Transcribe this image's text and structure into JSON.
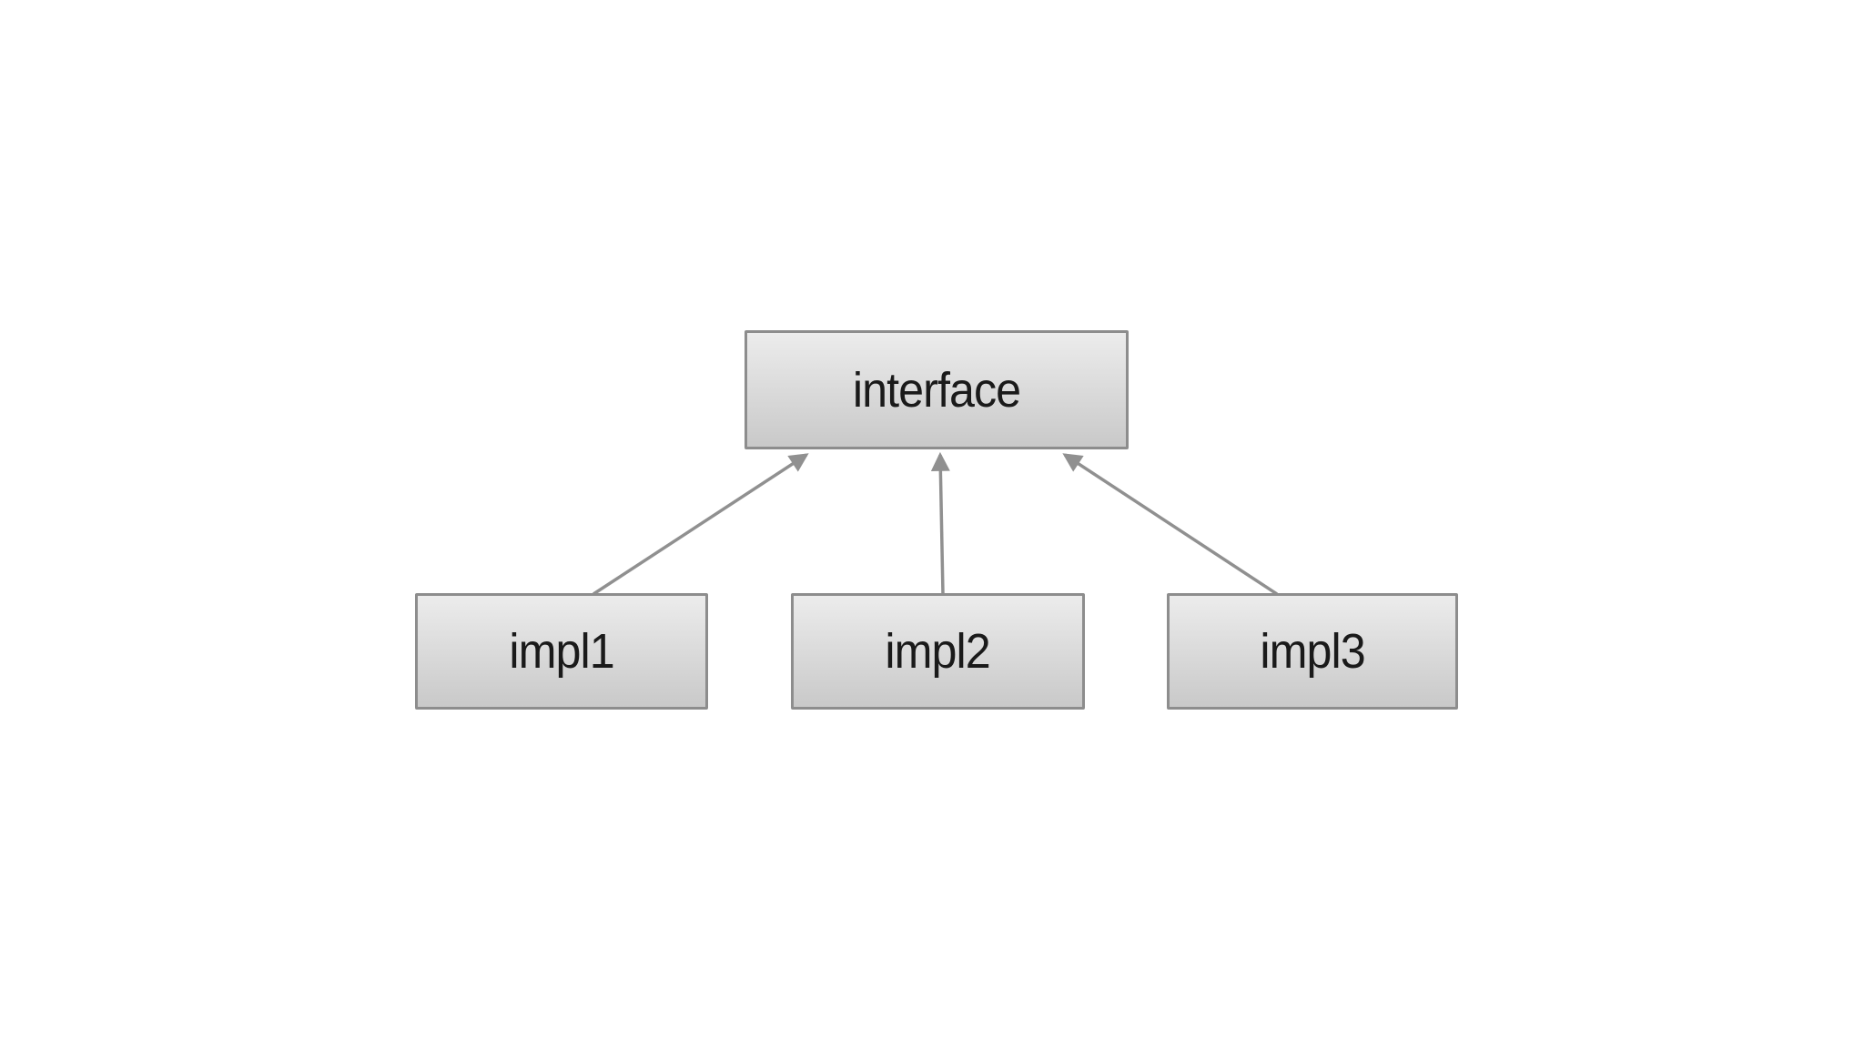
{
  "diagram": {
    "type": "inheritance-diagram",
    "colors": {
      "background": "#ffffff",
      "box_border": "#8d8d8d",
      "box_fill_top": "#ececec",
      "box_fill_bottom": "#c9c9c9",
      "arrow": "#909090",
      "text": "#1a1a1a"
    },
    "nodes": [
      {
        "id": "interface",
        "label": "interface"
      },
      {
        "id": "impl1",
        "label": "impl1"
      },
      {
        "id": "impl2",
        "label": "impl2"
      },
      {
        "id": "impl3",
        "label": "impl3"
      }
    ],
    "edges": [
      {
        "from": "impl1",
        "to": "interface",
        "style": "solid-arrow"
      },
      {
        "from": "impl2",
        "to": "interface",
        "style": "solid-arrow"
      },
      {
        "from": "impl3",
        "to": "interface",
        "style": "solid-arrow"
      }
    ]
  }
}
